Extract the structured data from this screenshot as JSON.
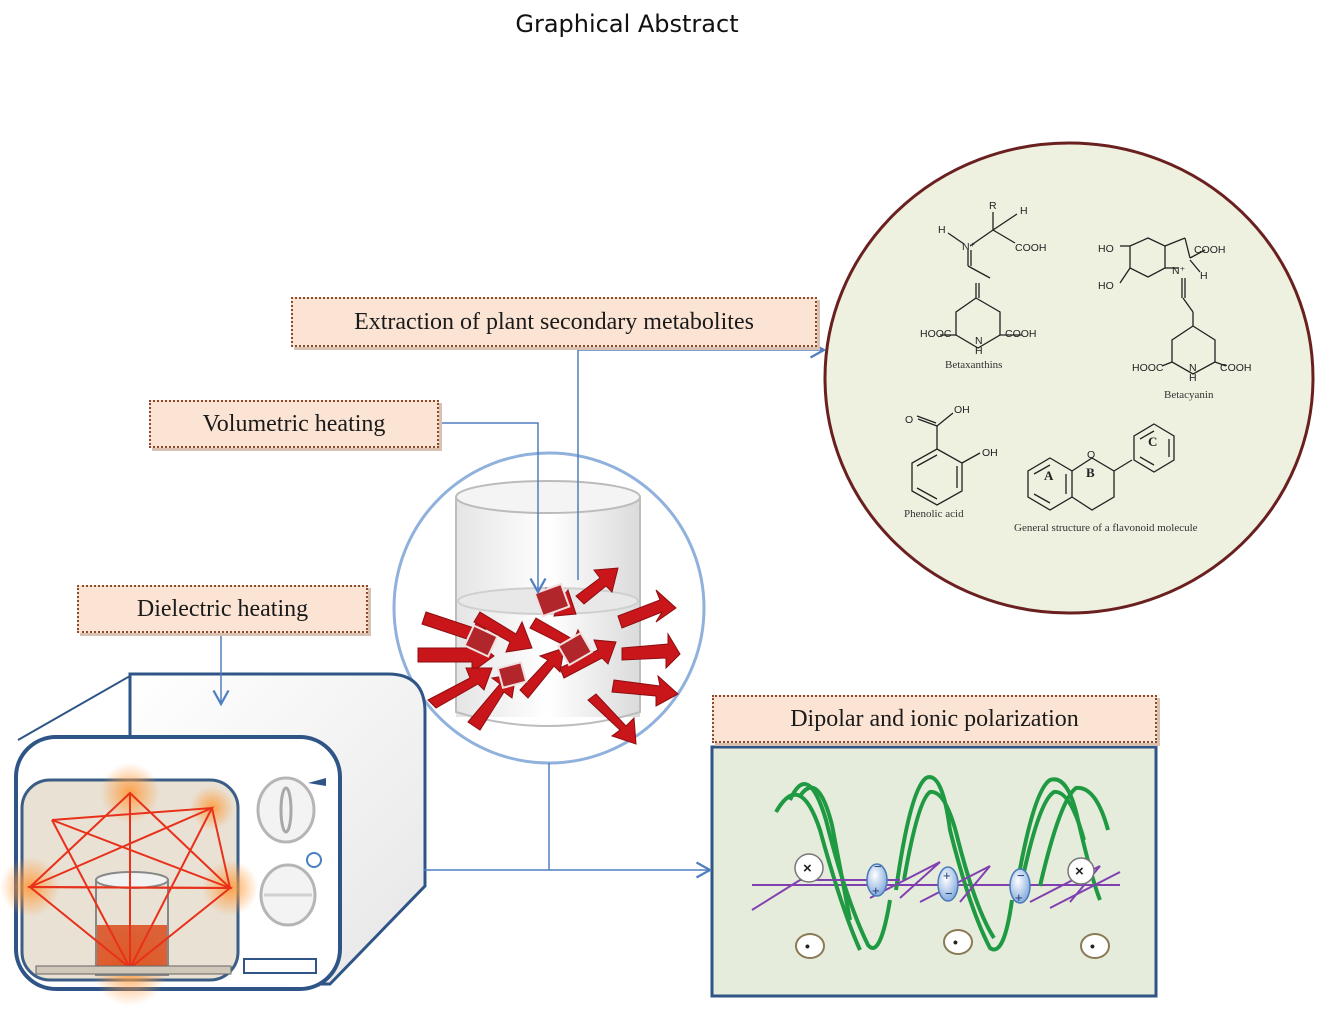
{
  "title": "Graphical Abstract",
  "labels": {
    "extraction": "Extraction of plant secondary metabolites",
    "volumetric": "Volumetric heating",
    "dielectric": "Dielectric heating",
    "dipolar": "Dipolar and ionic polarization"
  },
  "molecules": {
    "betaxanthins": {
      "caption": "Betaxanthins",
      "r": "R",
      "h1": "H",
      "h2": "H",
      "n_plus": "N⁺",
      "cooh_top": "COOH",
      "hooc": "HOOC",
      "nh": "N",
      "nh_h": "H",
      "cooh": "COOH"
    },
    "betacyanin": {
      "caption": "Betacyanin",
      "ho1": "HO",
      "ho2": "HO",
      "cooh_top": "COOH",
      "n_plus": "N⁺",
      "h": "H",
      "hooc": "HOOC",
      "nh": "N",
      "nh_h": "H",
      "cooh": "COOH"
    },
    "phenolic": {
      "caption": "Phenolic   acid",
      "o": "O",
      "oh1": "OH",
      "oh2": "OH"
    },
    "flavonoid": {
      "caption": "General structure of a flavonoid molecule",
      "ring_a": "A",
      "ring_b": "B",
      "ring_c": "C",
      "o": "O"
    }
  },
  "polarization": {
    "plus": "+",
    "minus": "−",
    "cross": "×",
    "dot": "•"
  }
}
